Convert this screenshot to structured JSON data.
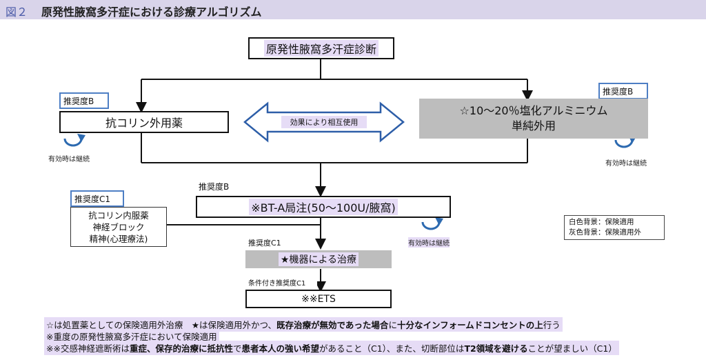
{
  "title": {
    "figure": "図２",
    "text": "原発性腋窩多汗症における診療アルゴリズム"
  },
  "nodes": {
    "diagnosis": "原発性腋窩多汗症診断",
    "anticholinergic_topical": "抗コリン外用薬",
    "aluminum_line1": "☆10～20％塩化アルミニウム",
    "aluminum_line2": "単純外用",
    "mutual_use": "効果により相互使用",
    "bta": "※BT-A局注(50～100U/腋窩)",
    "oral_line1": "抗コリン内服薬",
    "oral_line2": "神経ブロック",
    "oral_line3": "精神(心理療法)",
    "device": "★機器による治療",
    "ets": "※※ETS"
  },
  "grades": {
    "topical": "推奨度B",
    "aluminum": "推奨度B",
    "bta": "推奨度B",
    "oral": "推奨度C1",
    "device": "推奨度C1",
    "ets": "条件付き推奨度C1"
  },
  "continue_labels": {
    "topical": "有効時は継続",
    "aluminum": "有効時は継続",
    "bta": "有効時は継続"
  },
  "legend": {
    "white": "白色背景：保険適用",
    "gray": "灰色背景：保険適用外"
  },
  "notes": {
    "line1": {
      "a": "☆は処置薬としての保険適用外治療　★は保険適用外かつ、",
      "b": "既存治療が無効であった場合",
      "c": "に",
      "d": "十分なインフォームドコンセントの上",
      "e": "行う"
    },
    "line2": "※重度の原発性腋窩多汗症において保険適用",
    "line3": {
      "a": "※※交感神経遮断術は",
      "b": "重症、保存的治療に抵抗性",
      "c": "で",
      "d": "患者本人の強い希望",
      "e": "があること（C1）、また、切断部位は",
      "f": "T2領域を避ける",
      "g": "ことが望ましい（C1）"
    }
  }
}
